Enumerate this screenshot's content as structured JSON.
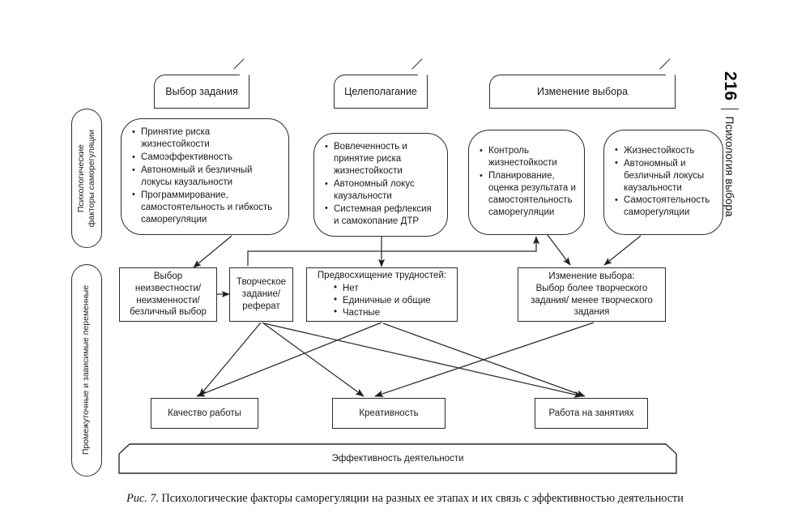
{
  "page": {
    "number": "216",
    "running_title": "Психология выбора"
  },
  "caption": {
    "figure_label": "Рис. 7.",
    "text": "Психологические факторы саморегуляции на разных ее этапах и их связь с эффективностью деятельности"
  },
  "rails": [
    {
      "id": "rail-factors",
      "label": "Психологические\nфакторы саморегуляции"
    },
    {
      "id": "rail-variables",
      "label": "Промежуточные и зависимые переменные"
    }
  ],
  "banners": [
    {
      "id": "banner-task-choice",
      "label": "Выбор задания"
    },
    {
      "id": "banner-goal-setting",
      "label": "Целеполагание"
    },
    {
      "id": "banner-choice-change",
      "label": "Изменение выбора"
    }
  ],
  "bubbles": [
    {
      "id": "bubble-task-choice-factors",
      "items": [
        "Принятие риска жизнестойкости",
        "Самоэффективность",
        "Автономный и безличный локусы каузальности",
        "Программирование, самостоятельность и гибкость саморегуляции"
      ]
    },
    {
      "id": "bubble-goal-setting-factors",
      "items": [
        "Вовлеченность и принятие риска жизнестойкости",
        "Автономный локус каузальности",
        "Системная рефлексия и самокопание ДТР"
      ]
    },
    {
      "id": "bubble-control-factors",
      "items": [
        "Контроль жизнестойкости",
        "Планирование, оценка результата и самостоятельность саморегуляции"
      ]
    },
    {
      "id": "bubble-hardiness-factors",
      "items": [
        "Жизнестойкость",
        "Автономный и безличный локусы каузальности",
        "Самостоятельность саморегуляции"
      ]
    }
  ],
  "variables": {
    "choice_unknown": {
      "id": "node-choice-unknown",
      "lines": [
        "Выбор",
        "неизвестности/",
        "неизменности/",
        "безличный выбор"
      ]
    },
    "creative_task": {
      "id": "node-creative-task",
      "lines": [
        "Творческое",
        "задание/",
        "реферат"
      ]
    },
    "anticipation": {
      "id": "node-anticipation",
      "heading": "Предвосхищение трудностей:",
      "items": [
        "Нет",
        "Единичные и общие",
        "Частные"
      ]
    },
    "choice_change": {
      "id": "node-choice-change",
      "lines": [
        "Изменение выбора:",
        "Выбор более творческого",
        "задания/ менее творческого",
        "задания"
      ]
    }
  },
  "outcomes": [
    {
      "id": "node-work-quality",
      "label": "Качество работы"
    },
    {
      "id": "node-creativity",
      "label": "Креативность"
    },
    {
      "id": "node-class-work",
      "label": "Работа на занятиях"
    }
  ],
  "footer_banner": {
    "id": "banner-effectiveness",
    "label": "Эффективность деятельности"
  },
  "style": {
    "stroke": "#2b2b2b",
    "background": "#ffffff"
  }
}
